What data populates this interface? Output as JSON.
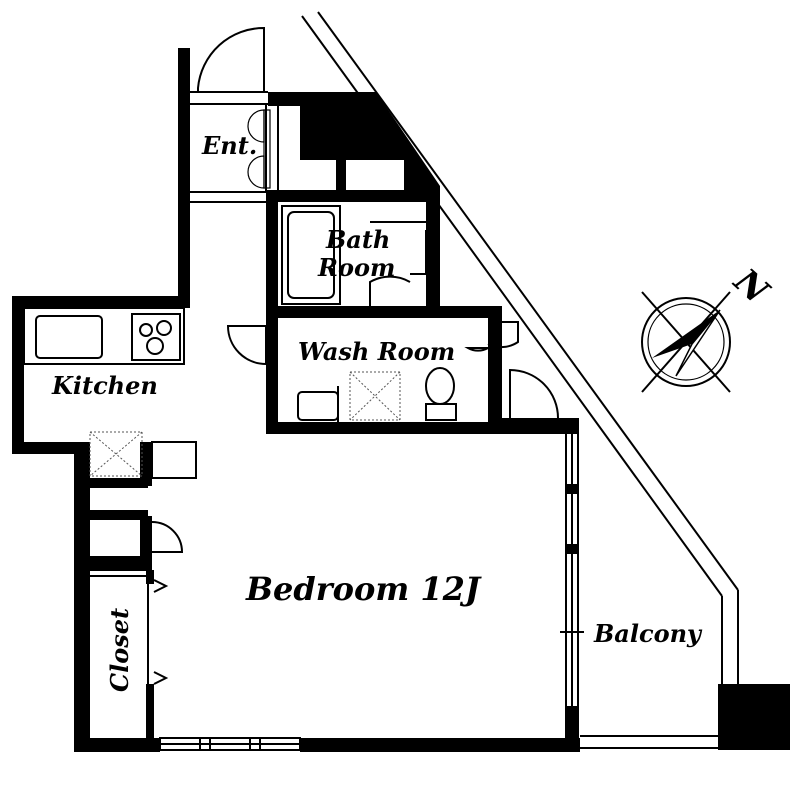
{
  "rooms": {
    "entrance": "Ent.",
    "bath_line1": "Bath",
    "bath_line2": "Room",
    "wash_room": "Wash Room",
    "kitchen": "Kitchen",
    "bedroom": "Bedroom 12J",
    "closet": "Closet",
    "balcony": "Balcony"
  },
  "compass": {
    "north_label": "N",
    "icon": "compass-icon"
  }
}
